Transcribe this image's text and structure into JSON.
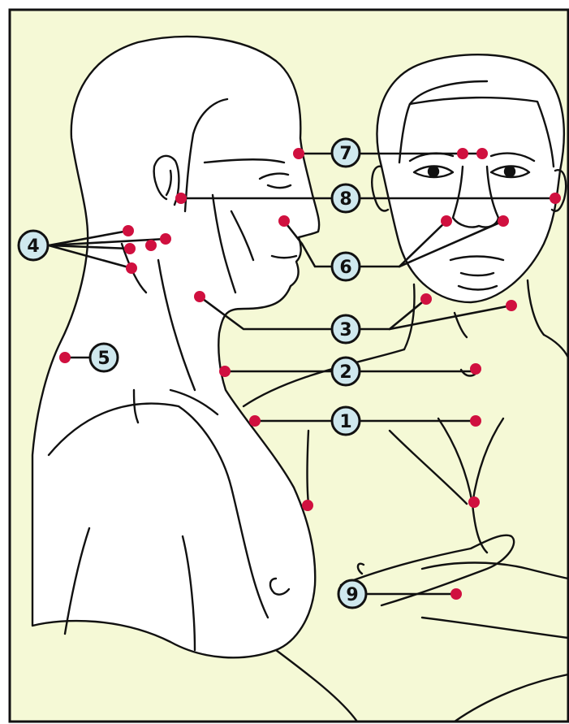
{
  "colors": {
    "background": "#f5f9d6",
    "outline": "#111111",
    "point": "#d0103f",
    "badge_fill": "#cfe8ee",
    "badge_stroke": "#111111"
  },
  "labels": [
    {
      "id": "1",
      "text": "1"
    },
    {
      "id": "2",
      "text": "2"
    },
    {
      "id": "3",
      "text": "3"
    },
    {
      "id": "4",
      "text": "4"
    },
    {
      "id": "5",
      "text": "5"
    },
    {
      "id": "6",
      "text": "6"
    },
    {
      "id": "7",
      "text": "7"
    },
    {
      "id": "8",
      "text": "8"
    },
    {
      "id": "9",
      "text": "9"
    }
  ]
}
